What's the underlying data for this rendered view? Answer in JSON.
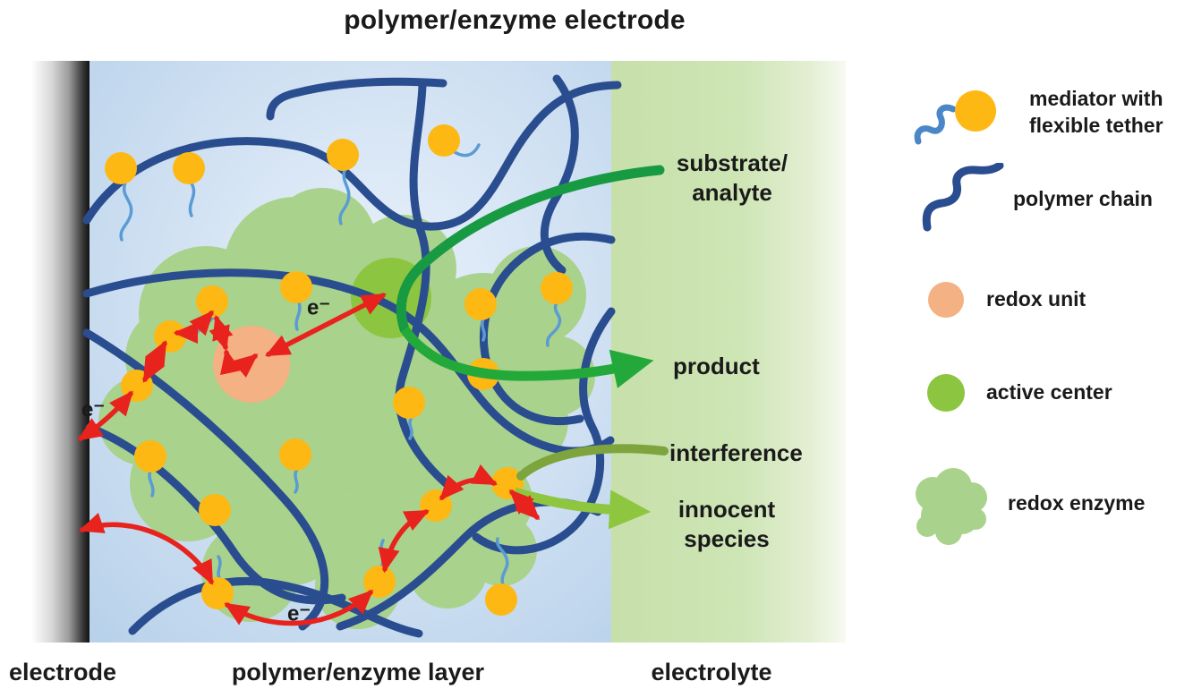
{
  "title": "polymer/enzyme electrode",
  "region_labels": {
    "electrode": "electrode",
    "layer": "polymer/enzyme layer",
    "electrolyte": "electrolyte"
  },
  "flow_labels": {
    "substrate": "substrate/\nanalyte",
    "product": "product",
    "interference": "interference",
    "innocent": "innocent\nspecies"
  },
  "electron": "e⁻",
  "legend": {
    "items": [
      {
        "icon": "mediator-with-tether-icon",
        "label": "mediator with\nflexible tether"
      },
      {
        "icon": "polymer-chain-icon",
        "label": "polymer chain"
      },
      {
        "icon": "redox-unit-icon",
        "label": "redox unit"
      },
      {
        "icon": "active-center-icon",
        "label": "active center"
      },
      {
        "icon": "redox-enzyme-icon",
        "label": "redox enzyme"
      }
    ]
  },
  "colors": {
    "mediator_yellow": "#fdb813",
    "tether_blue": "#5b9bd5",
    "polymer_chain_navy": "#2a4d8f",
    "redox_unit_salmon": "#f4b183",
    "active_center_green": "#8cc540",
    "redox_enzyme_green": "#a9d28c",
    "electron_arrow_red": "#e8221c",
    "substrate_arrow_green": "#189a43",
    "product_arrow_green": "#23a93a",
    "interference_arrow_olive": "#7da43d",
    "innocent_arrow_lightgreen": "#8ec63f",
    "layer_blue": "#cfe0f2",
    "electrolyte_green": "#cde4b3",
    "text_black": "#1a1a1a"
  }
}
